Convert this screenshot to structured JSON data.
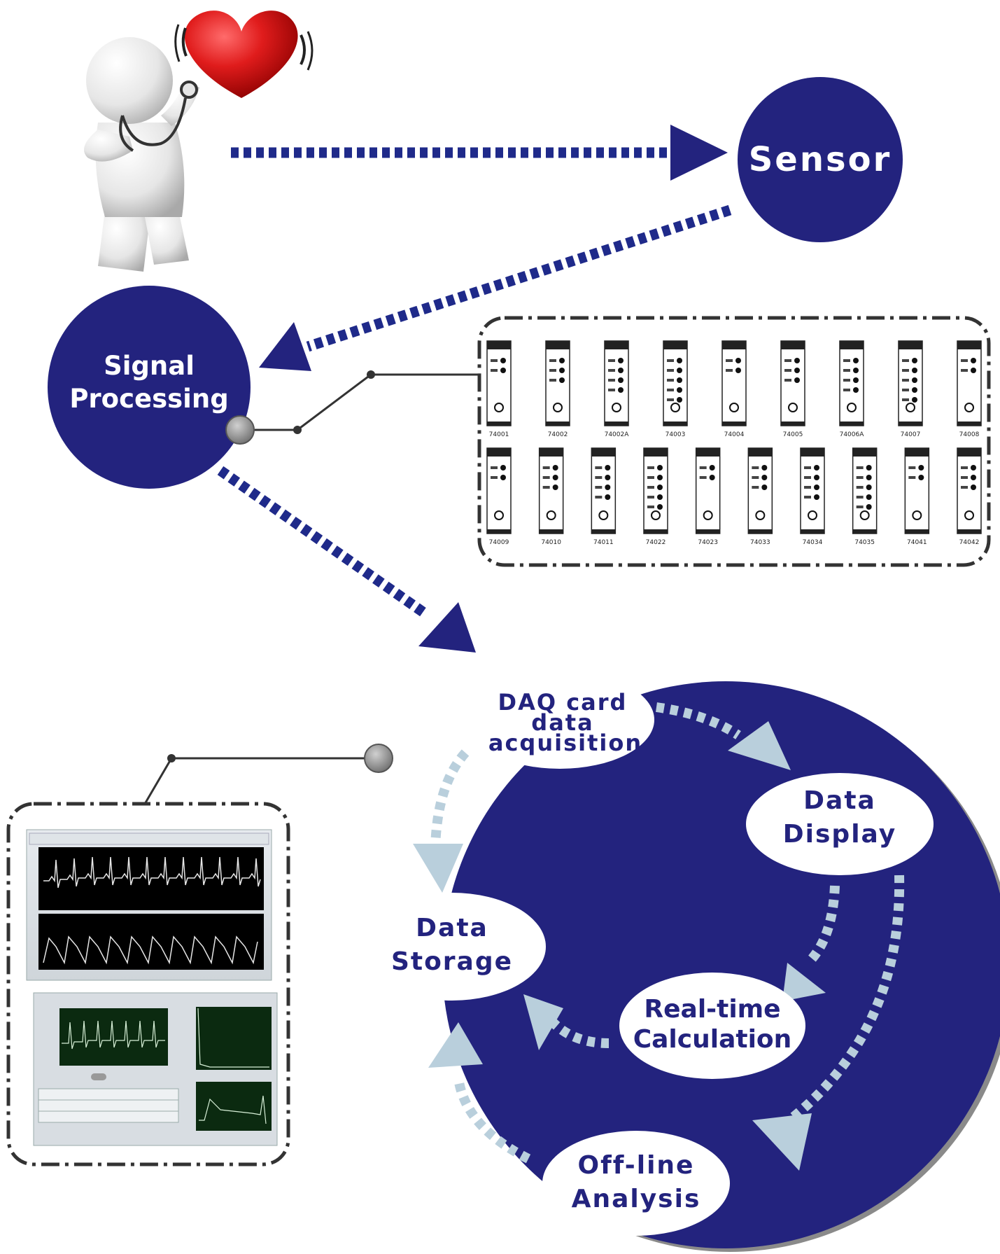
{
  "colors": {
    "navy": "#23237e",
    "arrow_blue": "#1f2a8a",
    "light_arrow": "#b9cfdc",
    "panel_border": "#333333",
    "white": "#ffffff",
    "heart_red": "#d81b1b"
  },
  "nodes": {
    "sensor": "Sensor",
    "signal_processing": [
      "Signal",
      "Processing"
    ]
  },
  "cycle": {
    "daq": [
      "DAQ card",
      "data",
      "acquisition"
    ],
    "display": [
      "Data",
      "Display"
    ],
    "storage": [
      "Data",
      "Storage"
    ],
    "realtime": [
      "Real-time",
      "Calculation"
    ],
    "offline": [
      "Off-line",
      "Analysis"
    ]
  },
  "modules": {
    "row1": [
      "74001",
      "74002",
      "74002A",
      "74003",
      "74004",
      "74005",
      "74006A",
      "74007",
      "74008"
    ],
    "row2": [
      "74009",
      "74010",
      "74011",
      "74022",
      "74023",
      "74033",
      "74034",
      "74035",
      "74041",
      "74042"
    ]
  },
  "icons": {
    "figure": "doctor-figure-with-stethoscope-icon",
    "heart": "beating-heart-icon",
    "connector": "connector-node-icon"
  }
}
